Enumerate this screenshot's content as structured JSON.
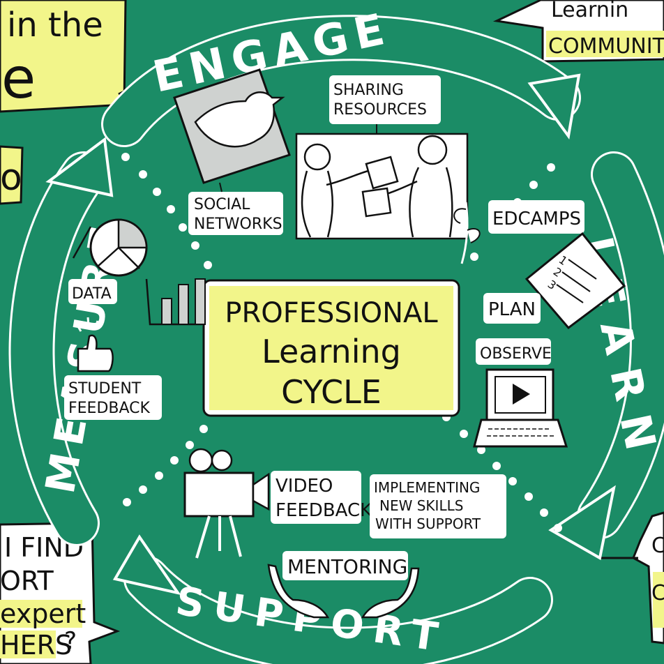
{
  "colors": {
    "background": "#1b8c66",
    "arrow_fill": "#1b8c66",
    "ink": "#111111",
    "white": "#ffffff",
    "highlight_yellow": "#f2f58a",
    "paper": "#f4f4f0",
    "grey": "#cfd2d0"
  },
  "center": {
    "line1": "PROFESSIONAL",
    "line2": "Learning",
    "line3": "CYCLE"
  },
  "cycle_labels": {
    "engage": "ENGAGE",
    "learn": "LEARN",
    "support": "SUPPORT",
    "measure": "MEASURE"
  },
  "items": {
    "sharing_resources": [
      "SHARING",
      "RESOURCES"
    ],
    "social_networks": [
      "SOCIAL",
      "NETWORKS"
    ],
    "edcamps": "EDCAMPS",
    "plan": "PLAN",
    "observe": "OBSERVE",
    "data": "DATA",
    "student_feedback": [
      "STUDENT",
      "FEEDBACK"
    ],
    "video_feedback": [
      "VIDEO",
      "FEEDBACK"
    ],
    "implementing": [
      "IMPLEMENTING",
      "NEW SKILLS",
      "WITH SUPPORT"
    ],
    "mentoring": "MENTORING"
  },
  "edge_fragments": {
    "top_left_line1": "in the",
    "top_left_line2": "e",
    "left_mid": "o",
    "top_right_line1": "Learnin",
    "top_right_line2": "COMMUNIT",
    "bottom_left_line1": "I FIND",
    "bottom_left_line2": "ORT",
    "bottom_left_line3": "expert",
    "bottom_left_line4": "HERS",
    "bottom_left_q": "?",
    "right_mid1": "C",
    "right_mid2": "C"
  },
  "icons": [
    "twitter-bird-icon",
    "pie-chart-icon",
    "bar-chart-icon",
    "thumbs-up-icon",
    "notepad-icon",
    "laptop-play-icon",
    "video-camera-icon",
    "hands-icon",
    "sprout-icon"
  ]
}
